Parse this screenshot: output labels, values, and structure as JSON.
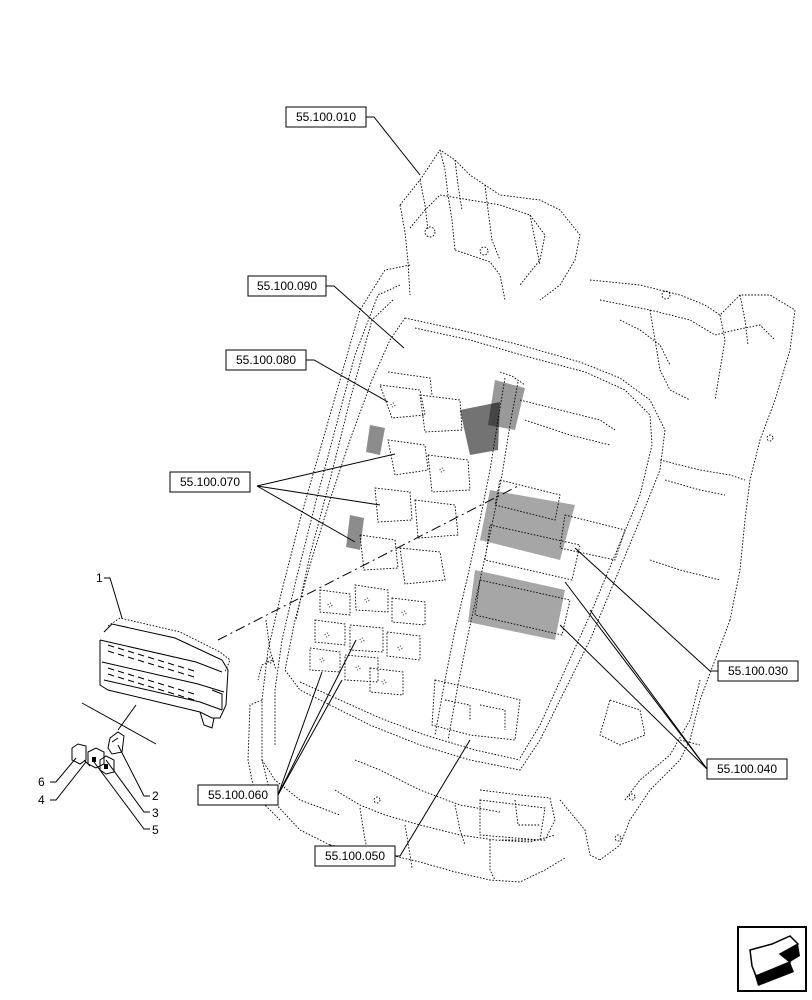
{
  "references": {
    "r010": "55.100.010",
    "r090": "55.100.090",
    "r080": "55.100.080",
    "r070": "55.100.070",
    "r030": "55.100.030",
    "r040": "55.100.040",
    "r060": "55.100.060",
    "r050": "55.100.050"
  },
  "callouts": {
    "n1": "1",
    "n2": "2",
    "n3": "3",
    "n4": "4",
    "n5": "5",
    "n6": "6"
  },
  "nav_icon": "arrow-left-icon"
}
